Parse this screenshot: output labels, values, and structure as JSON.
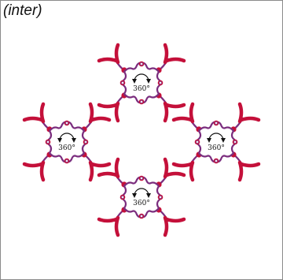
{
  "caption": "(inter)",
  "colors": {
    "backbone": "#7b2d7e",
    "petal": "#c4103a",
    "center": "#ffffff",
    "arrow": "#111111",
    "frame": "#8a8a8a"
  },
  "motifs": [
    {
      "id": "top",
      "rotation_label": "360°"
    },
    {
      "id": "left",
      "rotation_label": "360°"
    },
    {
      "id": "right",
      "rotation_label": "360°"
    },
    {
      "id": "bottom",
      "rotation_label": "360°"
    }
  ]
}
